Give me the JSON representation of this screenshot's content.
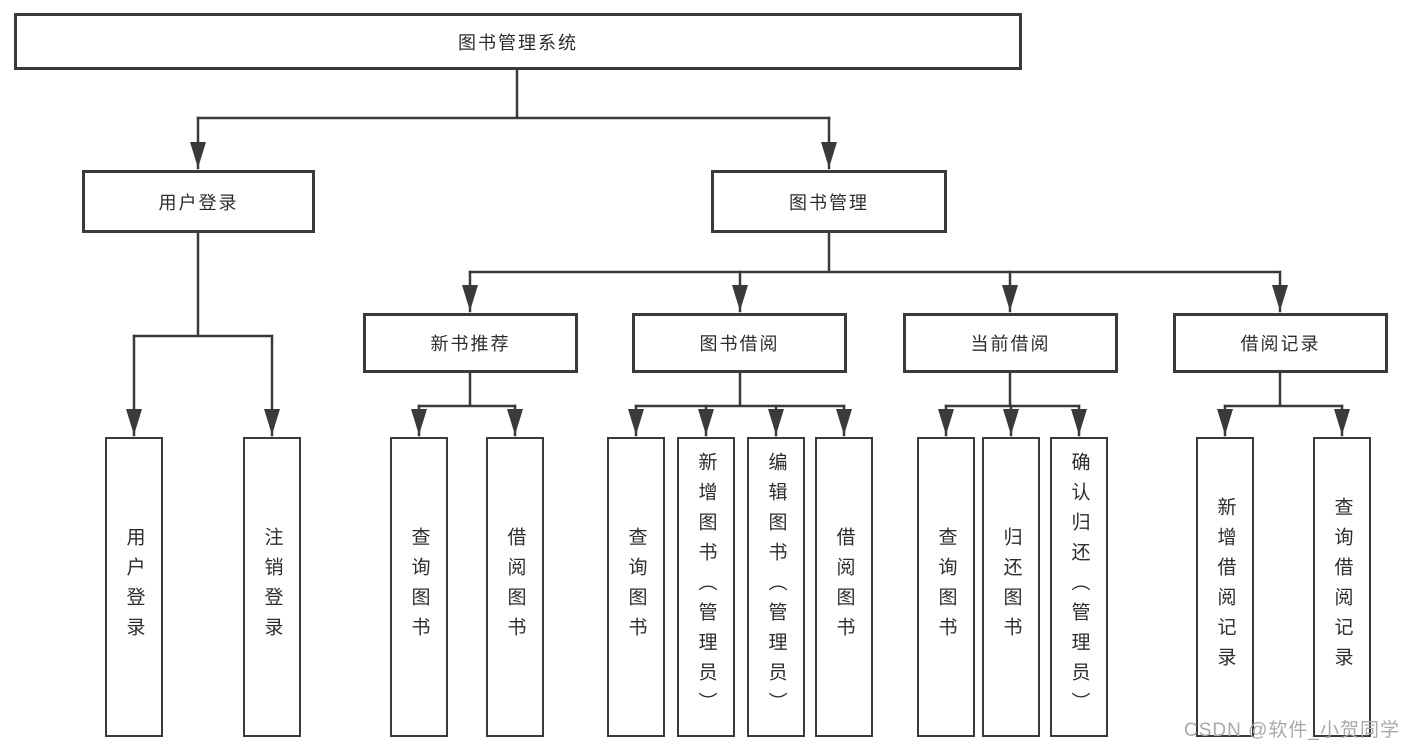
{
  "diagram": {
    "title": "图书管理系统",
    "nodes": {
      "root": "图书管理系统",
      "user_login": "用户登录",
      "book_mgmt": "图书管理",
      "new_book_rec": "新书推荐",
      "book_borrow": "图书借阅",
      "current_borrow": "当前借阅",
      "borrow_record": "借阅记录",
      "leaf_user_login": "用户登录",
      "leaf_logout": "注销登录",
      "leaf_query_book_1": "查询图书",
      "leaf_borrow_book_1": "借阅图书",
      "leaf_query_book_2": "查询图书",
      "leaf_add_book": "新增图书（管理员）",
      "leaf_edit_book": "编辑图书（管理员）",
      "leaf_borrow_book_2": "借阅图书",
      "leaf_query_book_3": "查询图书",
      "leaf_return_book": "归还图书",
      "leaf_confirm_return": "确认归还（管理员）",
      "leaf_add_record": "新增借阅记录",
      "leaf_query_record": "查询借阅记录"
    },
    "colors": {
      "line": "#3a3a3a",
      "text": "#2d2d2d",
      "watermark": "#a9a9a9",
      "background": "#ffffff"
    }
  },
  "watermark": "CSDN @软件_小贺同学"
}
